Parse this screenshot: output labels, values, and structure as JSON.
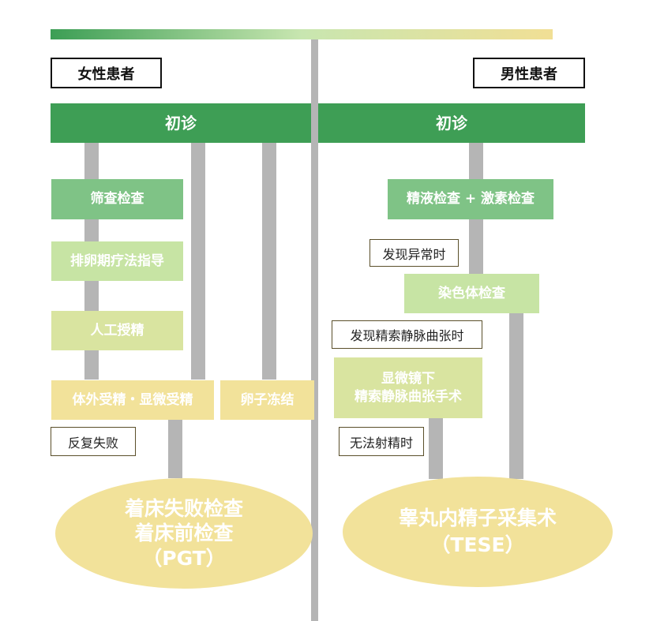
{
  "gradient": {
    "start": "#3c9e55",
    "mid": "#c8e6b0",
    "end": "#f1df95"
  },
  "female": {
    "header": "女性患者",
    "first_visit": "初诊",
    "screening": "筛查检查",
    "ovulation": "排卵期疗法指导",
    "insemination": "人工授精",
    "ivf": "体外受精・显微受精",
    "egg_freeze": "卵子冻结",
    "repeat_fail": "反复失败",
    "pgt": {
      "line1": "着床失败检查",
      "line2": "着床前检查",
      "line3": "（PGT）"
    }
  },
  "male": {
    "header": "男性患者",
    "first_visit": "初诊",
    "semen": "精液检查 + 激素检查",
    "abnormal": "发现异常时",
    "chromosome": "染色体检查",
    "varicocele_found": "发现精索静脉曲张时",
    "microsurgery": {
      "line1": "显微镜下",
      "line2": "精索静脉曲张手术"
    },
    "no_ejaculation": "无法射精时",
    "tese": {
      "line1": "睾丸内精子采集术",
      "line2": "（TESE）"
    }
  },
  "colors": {
    "dark_green": "#3e9e55",
    "mid_green": "#7fc386",
    "light_green": "#c7e4a4",
    "pale_green": "#d9e4a0",
    "yellow": "#f2e29a",
    "gray_bar": "#b5b5b5"
  }
}
